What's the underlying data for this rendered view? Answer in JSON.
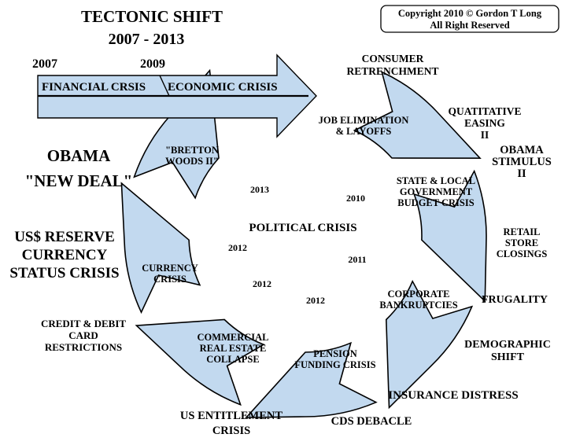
{
  "title": "TECTONIC SHIFT",
  "subtitle": "2007 - 2013",
  "copyright": {
    "line1": "Copyright 2010 © Gordon T Long",
    "line2": "All Right Reserved"
  },
  "timeline": {
    "start_year": "2007",
    "mid_year": "2009",
    "phase1": "FINANCIAL CRSIS",
    "phase2": "ECONOMIC CRISIS"
  },
  "center_label": "POLITICAL CRISIS",
  "cycle_stages": [
    {
      "lines": [
        "JOB ELIMINATION",
        "& LAYOFFS"
      ]
    },
    {
      "lines": [
        "STATE & LOCAL",
        "GOVERNMENT",
        "BUDGET CRISIS"
      ]
    },
    {
      "lines": [
        "CORPORATE",
        "BANKRUPTCIES"
      ]
    },
    {
      "lines": [
        "PENSION",
        "FUNDING CRISIS"
      ]
    },
    {
      "lines": [
        "COMMERCIAL",
        "REAL ESTATE",
        "COLLAPSE"
      ]
    },
    {
      "lines": [
        "CURRENCY",
        "CRISIS"
      ]
    },
    {
      "lines": [
        "\"BRETTON",
        "WOODS II\""
      ]
    }
  ],
  "year_markers": [
    "2010",
    "2011",
    "2012",
    "2012",
    "2012",
    "2013"
  ],
  "outer_events": [
    {
      "lines": [
        "CONSUMER",
        "RETRENCHMENT"
      ]
    },
    {
      "lines": [
        "QUATITATIVE",
        "EASING",
        "II"
      ]
    },
    {
      "lines": [
        "OBAMA",
        "STIMULUS",
        "II"
      ]
    },
    {
      "lines": [
        "RETAIL",
        "STORE",
        "CLOSINGS"
      ]
    },
    {
      "lines": [
        "FRUGALITY"
      ]
    },
    {
      "lines": [
        "DEMOGRAPHIC",
        "SHIFT"
      ]
    },
    {
      "lines": [
        "INSURANCE DISTRESS"
      ]
    },
    {
      "lines": [
        "CDS DEBACLE"
      ]
    },
    {
      "lines": [
        "US ENTITLEMENT",
        "CRISIS"
      ]
    },
    {
      "lines": [
        "CREDIT & DEBIT",
        "CARD",
        "RESTRICTIONS"
      ]
    }
  ],
  "left_labels": {
    "obama": [
      "OBAMA",
      "\"NEW DEAL\""
    ],
    "reserve": [
      "US$ RESERVE",
      "CURRENCY",
      "STATUS CRISIS"
    ]
  },
  "colors": {
    "arrow_fill": "#c2d9ef",
    "outline": "#000000"
  }
}
